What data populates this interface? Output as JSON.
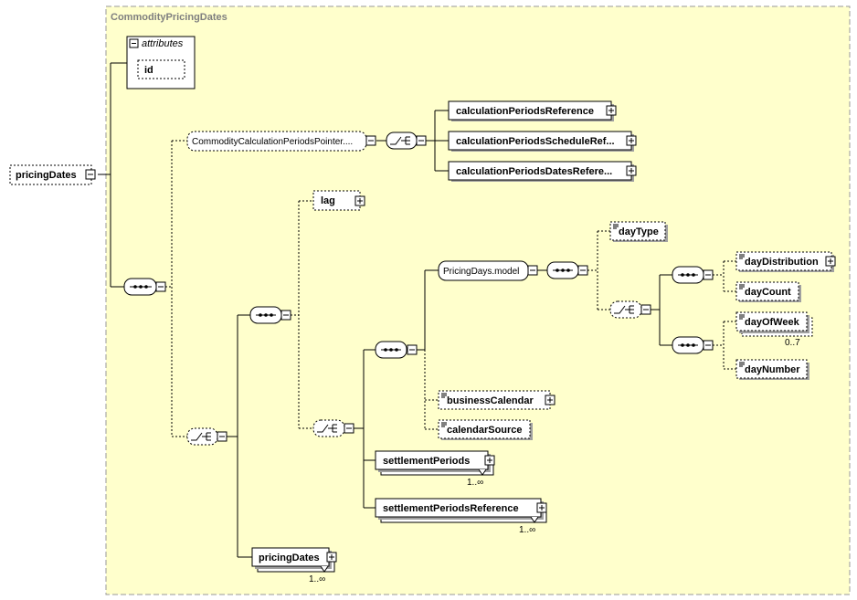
{
  "colors": {
    "background": "#ffffff",
    "group_fill": "#ffffcc",
    "group_border": "#999999",
    "title": "#7f7f7f",
    "line": "#000000",
    "element_fill": "#ffffff",
    "shadow": "#a0a0a0"
  },
  "diagram": {
    "title": "CommodityPricingDates",
    "root": "pricingDates",
    "attributes_label": "attributes",
    "attribute_id": "id",
    "pointer_group": "CommodityCalculationPeriodsPointer....",
    "calc_periods_reference": "calculationPeriodsReference",
    "calc_periods_schedule_reference": "calculationPeriodsScheduleRef...",
    "calc_periods_dates_reference": "calculationPeriodsDatesRefere...",
    "lag": "lag",
    "pricing_days_model": "PricingDays.model",
    "day_type": "dayType",
    "day_distribution": "dayDistribution",
    "day_count": "dayCount",
    "day_of_week": "dayOfWeek",
    "day_of_week_occurs": "0..7",
    "day_number": "dayNumber",
    "business_calendar": "businessCalendar",
    "calendar_source": "calendarSource",
    "settlement_periods": "settlementPeriods",
    "settlement_periods_occurs": "1..∞",
    "settlement_periods_reference": "settlementPeriodsReference",
    "settlement_periods_reference_occurs": "1..∞",
    "pricing_dates_child": "pricingDates",
    "pricing_dates_child_occurs": "1..∞"
  }
}
